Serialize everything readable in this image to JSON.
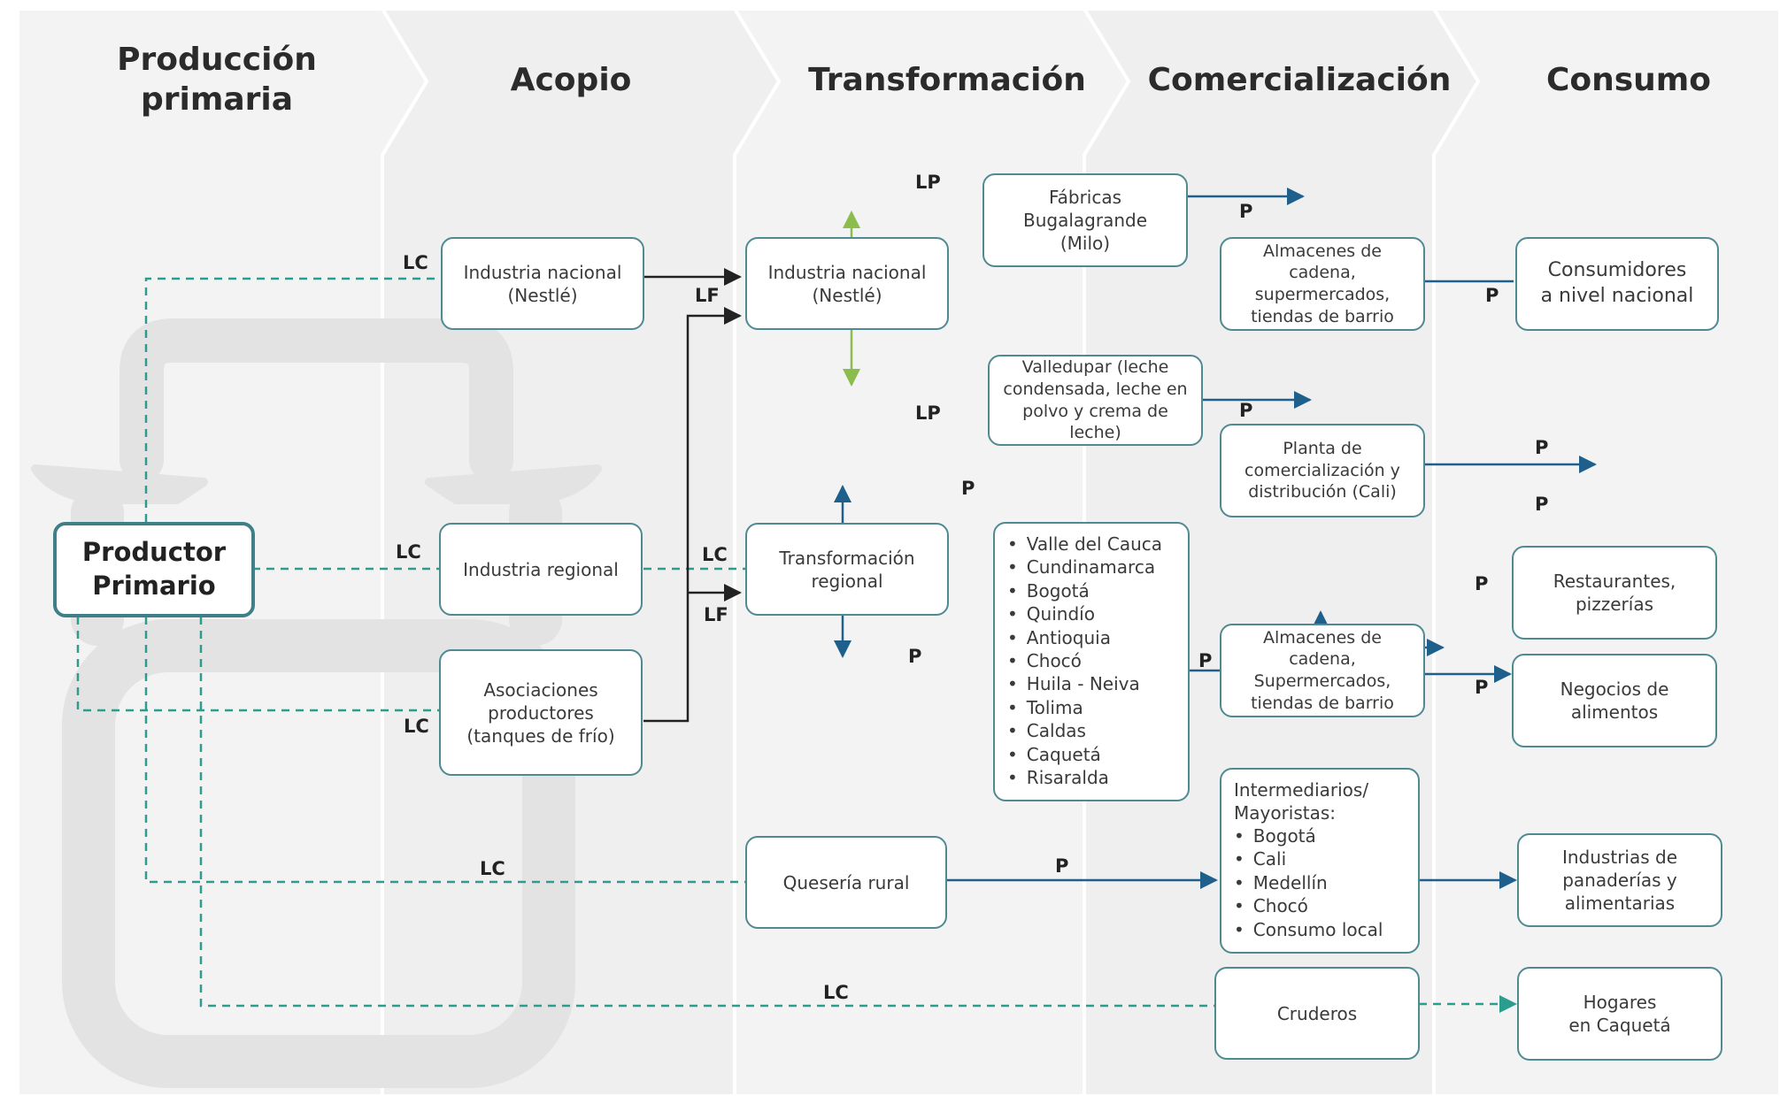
{
  "stages": {
    "produccion_primaria": "Producción\nprimaria",
    "acopio": "Acopio",
    "transformacion": "Transformación",
    "comercializacion": "Comercialización",
    "consumo": "Consumo"
  },
  "nodes": {
    "productor_primario": "Productor\nPrimario",
    "industria_nacional_acopio": "Industria nacional\n(Nestlé)",
    "industria_regional": "Industria regional",
    "asociaciones": "Asociaciones\nproductores\n(tanques de frío)",
    "industria_nacional_transf": "Industria nacional\n(Nestlé)",
    "transformacion_regional": "Transformación\nregional",
    "queseria_rural": "Quesería rural",
    "fabricas": "Fábricas\nBugalagrande\n(Milo)",
    "valledupar": "Valledupar (leche\ncondensada, leche en\npolvo y crema de leche)",
    "departamentos": [
      "Valle del Cauca",
      "Cundinamarca",
      "Bogotá",
      "Quindío",
      "Antioquia",
      "Chocó",
      "Huila - Neiva",
      "Tolima",
      "Caldas",
      "Caquetá",
      "Risaralda"
    ],
    "almacenes_1": "Almacenes de cadena,\nsupermercados,\ntiendas de barrio",
    "planta": "Planta de\ncomercialización y\ndistribución (Cali)",
    "almacenes_2": "Almacenes de cadena,\nSupermercados,\ntiendas de barrio",
    "intermediarios_head": "Intermediarios/\nMayoristas:",
    "intermediarios_items": [
      "Bogotá",
      "Cali",
      "Medellín",
      "Chocó",
      "Consumo local"
    ],
    "cruderos": "Cruderos",
    "consumidores": "Consumidores\na nivel nacional",
    "restaurantes": "Restaurantes,\npizzerías",
    "negocios": "Negocios de\nalimentos",
    "industrias_panaderias": "Industrias de\npanaderías y\nalimentarias",
    "hogares": "Hogares\nen Caquetá"
  },
  "edge_labels": {
    "lc": "LC",
    "lf": "LF",
    "lp": "LP",
    "p": "P"
  },
  "colors": {
    "lc_dashed": "#2a9d8f",
    "lf_black": "#222222",
    "lp_green": "#8bbd4d",
    "p_blue": "#1f5f8b",
    "box_border": "#4f8a93",
    "band_background": "#f1f1f1",
    "milk_can_watermark": "#e2e2e2"
  }
}
